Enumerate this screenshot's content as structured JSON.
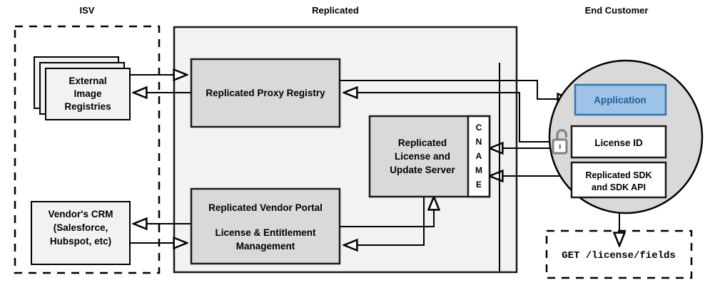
{
  "diagram": {
    "title_zones": [
      {
        "id": "isv",
        "label": "ISV"
      },
      {
        "id": "replicated",
        "label": "Replicated"
      },
      {
        "id": "end-customer",
        "label": "End Customer"
      }
    ],
    "isv": {
      "zone_label": "ISV",
      "external_registries": {
        "line1": "External",
        "line2": "Image",
        "line3": "Registries"
      },
      "vendor_crm": {
        "line1": "Vendor's CRM",
        "line2": "(Salesforce,",
        "line3": "Hubspot, etc)"
      }
    },
    "replicated": {
      "zone_label": "Replicated",
      "proxy_registry": {
        "label": "Replicated Proxy Registry"
      },
      "license_update_server": {
        "line1": "Replicated",
        "line2": "License and",
        "line3": "Update Server",
        "cname_label": "CNAME",
        "cname_letters": [
          "C",
          "N",
          "A",
          "M",
          "E"
        ]
      },
      "vendor_portal": {
        "line1": "Replicated Vendor Portal",
        "line2": "License & Entitlement",
        "line3": "Management"
      }
    },
    "end_customer": {
      "zone_label": "End Customer",
      "application": {
        "label": "Application"
      },
      "license_id": {
        "label": "License ID"
      },
      "sdk": {
        "line1": "Replicated SDK",
        "line2": "and SDK API"
      },
      "unlock_icon": "unlock-icon",
      "api_request": {
        "label": "GET /license/fields"
      }
    },
    "colors": {
      "zone_fill": "#f2f2f2",
      "component_fill": "#d9d9d9",
      "card_fill": "#f2f2f2",
      "circle_fill": "#d9d9d9",
      "white_fill": "#ffffff",
      "application_fill": "#9dc3e6",
      "application_stroke": "#2e75b6",
      "application_text": "#1f6099",
      "stroke": "#000000",
      "lock_color": "#808080"
    }
  }
}
